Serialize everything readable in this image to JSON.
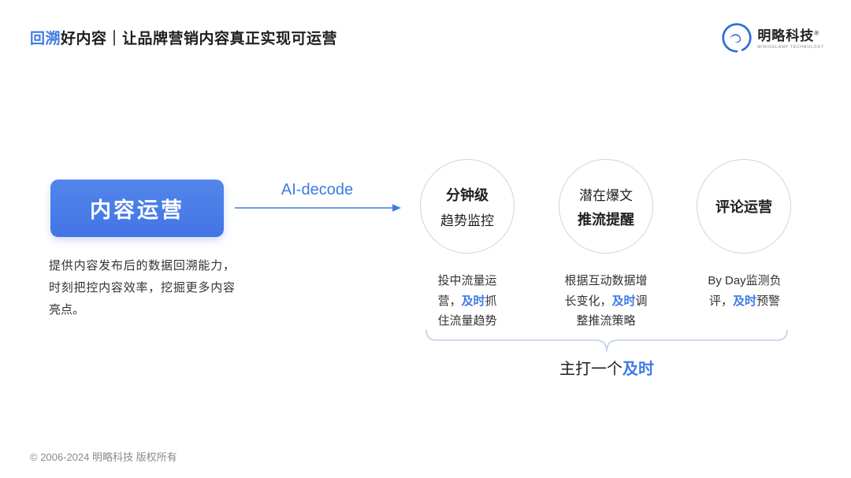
{
  "colors": {
    "accent": "#3D7BE5",
    "circle_border": "#c7d5ec",
    "text_dark": "#1f1f1f",
    "footer_gray": "#8a8a8a"
  },
  "header": {
    "title_highlight": "回溯",
    "title_rest": "好内容｜让品牌营销内容真正实现可运营",
    "logo_name": "明略科技",
    "logo_reg": "®",
    "logo_sub": "MININGLAMP TECHNOLOGY"
  },
  "flow": {
    "source_label": "内容运营",
    "source_desc": "提供内容发布后的数据回溯能力，时刻把控内容效率，挖掘更多内容亮点。",
    "arrow_label": "AI-decode",
    "nodes": [
      {
        "line1": "分钟级",
        "line2": "趋势监控"
      },
      {
        "line1": "潜在爆文",
        "line2": "推流提醒"
      },
      {
        "line1": "评论运营",
        "line2": ""
      }
    ],
    "notes": [
      {
        "pre": "投中流量运营，",
        "em": "及时",
        "post": "抓住流量趋势"
      },
      {
        "pre": "根据互动数据增长变化，",
        "em": "及时",
        "post": "调整推流策略"
      },
      {
        "pre": "By Day监测负评，",
        "em": "及时",
        "post": "预警"
      }
    ],
    "tagline": {
      "pre": "主打一个",
      "em": "及时"
    }
  },
  "footer": {
    "copyright": "© 2006-2024 明略科技 版权所有"
  }
}
